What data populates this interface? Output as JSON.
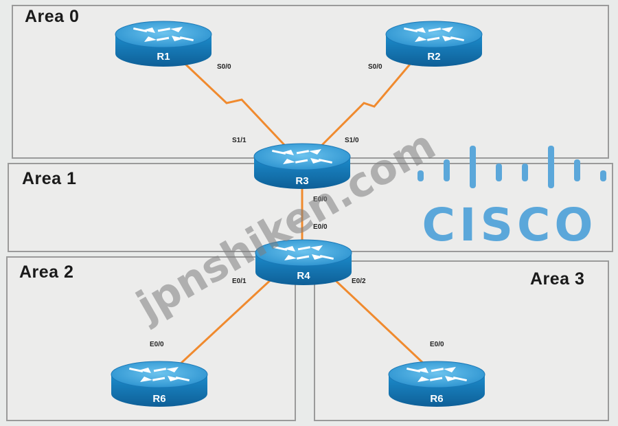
{
  "areas": {
    "area0": "Area 0",
    "area1": "Area 1",
    "area2": "Area 2",
    "area3": "Area 3"
  },
  "routers": {
    "r1": "R1",
    "r2": "R2",
    "r3": "R3",
    "r4": "R4",
    "r6_left": "R6",
    "r6_right": "R6"
  },
  "interfaces": {
    "r1_s00": "S0/0",
    "r2_s00": "S0/0",
    "r3_s11": "S1/1",
    "r3_s10": "S1/0",
    "r3_e00": "E0/0",
    "r4_e00": "E0/0",
    "r4_e01": "E0/1",
    "r4_e02": "E0/2",
    "r6_left_e00": "E0/0",
    "r6_right_e00": "E0/0"
  },
  "watermark": {
    "site": "jpnshiken.com",
    "brand": "CISCO"
  },
  "colors": {
    "link": "#f08a2e",
    "router_top": "#3aa2da",
    "router_side": "#1679b8",
    "cisco_blue": "#5ba7da"
  }
}
